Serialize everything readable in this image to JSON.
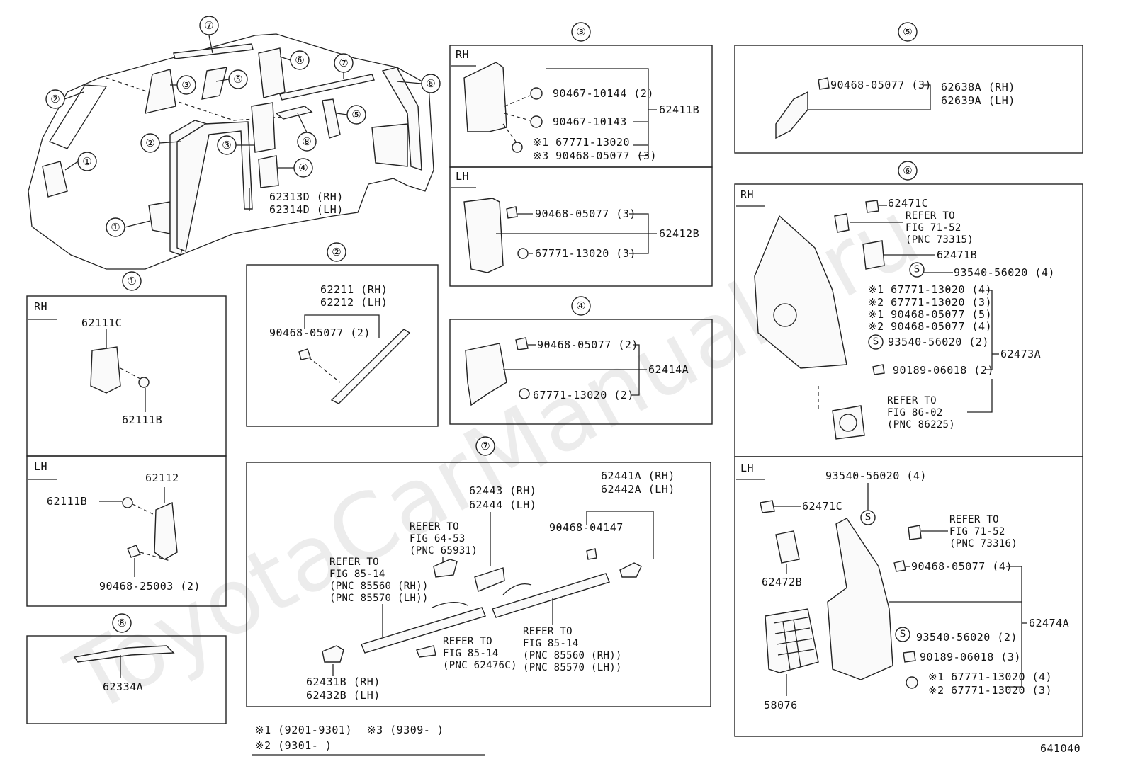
{
  "watermark": "ToyotaCarManuals.ru",
  "figure_id": "641040",
  "overview": {
    "callouts": [
      "⑦",
      "②",
      "③",
      "⑤",
      "⑥",
      "⑦",
      "⑥",
      "②",
      "③",
      "⑧",
      "⑤",
      "④",
      "①",
      "①",
      "①"
    ],
    "labels": [
      "62313D (RH)",
      "62314D (LH)"
    ]
  },
  "p1_rh": {
    "side": "RH",
    "parts": [
      "62111C",
      "62111B"
    ]
  },
  "p1_lh": {
    "side": "LH",
    "parts": [
      "62112",
      "62111B",
      "90468-25003 (2)"
    ]
  },
  "p8": {
    "num": "⑧",
    "parts": [
      "62334A"
    ]
  },
  "p2": {
    "num": "②",
    "parts": [
      "62211 (RH)",
      "62212 (LH)",
      "90468-05077 (2)"
    ]
  },
  "p3": {
    "num": "③",
    "rh": {
      "side": "RH",
      "parts": [
        "90467-10144 (2)",
        "90467-10143",
        "※1 67771-13020",
        "※3 90468-05077 (3)",
        "62411B"
      ]
    },
    "lh": {
      "side": "LH",
      "parts": [
        "90468-05077 (3)",
        "67771-13020 (3)",
        "62412B"
      ]
    }
  },
  "p4": {
    "num": "④",
    "parts": [
      "90468-05077 (2)",
      "67771-13020 (2)",
      "62414A"
    ]
  },
  "p7": {
    "num": "⑦",
    "parts": [
      "62441A (RH)",
      "62442A (LH)",
      "62443 (RH)",
      "62444 (LH)",
      "90468-04147",
      "62431B (RH)",
      "62432B (LH)"
    ],
    "refs": [
      [
        "REFER TO",
        "FIG 64-53",
        "(PNC 65931)"
      ],
      [
        "REFER TO",
        "FIG 85-14",
        "(PNC 85560 (RH))",
        "(PNC 85570 (LH))"
      ],
      [
        "REFER TO",
        "FIG 85-14",
        "(PNC 62476C)"
      ],
      [
        "REFER TO",
        "FIG 85-14",
        "(PNC 85560 (RH))",
        "(PNC 85570 (LH))"
      ]
    ]
  },
  "p5": {
    "num": "⑤",
    "parts": [
      "90468-05077 (3)",
      "62638A (RH)",
      "62639A (LH)"
    ]
  },
  "p6": {
    "num": "⑥",
    "rh": {
      "side": "RH",
      "parts": [
        "62471C",
        "62471B",
        "93540-56020 (4)",
        "※1 67771-13020 (4)",
        "※2 67771-13020 (3)",
        "※1 90468-05077 (5)",
        "※2 90468-05077 (4)",
        "93540-56020 (2)",
        "90189-06018 (2)",
        "62473A"
      ],
      "refs": [
        [
          "REFER TO",
          "FIG 71-52",
          "(PNC 73315)"
        ],
        [
          "REFER TO",
          "FIG 86-02",
          "(PNC 86225)"
        ]
      ]
    },
    "lh": {
      "side": "LH",
      "parts": [
        "93540-56020 (4)",
        "62471C",
        "90468-05077 (4)",
        "62472B",
        "62474A",
        "93540-56020 (2)",
        "90189-06018 (3)",
        "※1 67771-13020 (4)",
        "※2 67771-13020 (3)",
        "58076"
      ],
      "refs": [
        [
          "REFER TO",
          "FIG 71-52",
          "(PNC 73316)"
        ]
      ]
    }
  },
  "footnotes": [
    "※1 (9201-9301)",
    "※3 (9309-      )",
    "※2 (9301-      )"
  ]
}
